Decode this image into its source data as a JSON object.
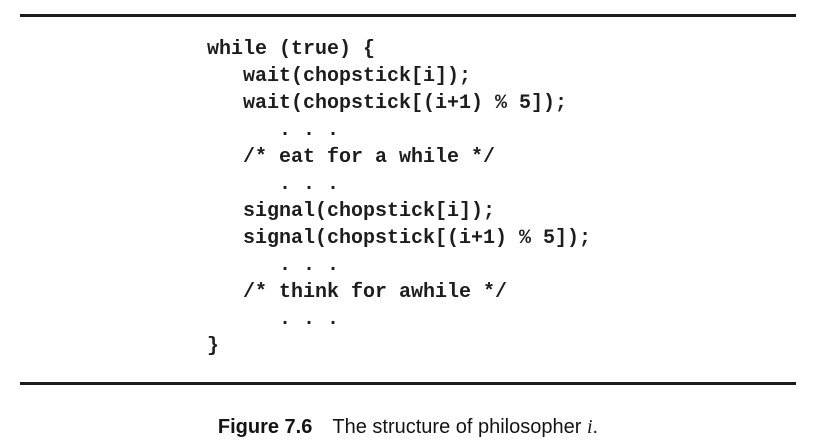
{
  "figure": {
    "code": {
      "language": "c",
      "lines": [
        "while (true) {",
        "   wait(chopstick[i]);",
        "   wait(chopstick[(i+1) % 5]);",
        "      . . .",
        "   /* eat for a while */",
        "      . . .",
        "   signal(chopstick[i]);",
        "   signal(chopstick[(i+1) % 5]);",
        "      . . .",
        "   /* think for awhile */",
        "      . . .",
        "}"
      ]
    },
    "caption": {
      "label": "Figure 7.6",
      "text": "The structure of philosopher ",
      "variable": "i",
      "suffix": "."
    },
    "colors": {
      "rule": "#1c1c1c",
      "code_text": "#1d1d1d",
      "caption_text": "#141414",
      "background": "#ffffff"
    }
  }
}
